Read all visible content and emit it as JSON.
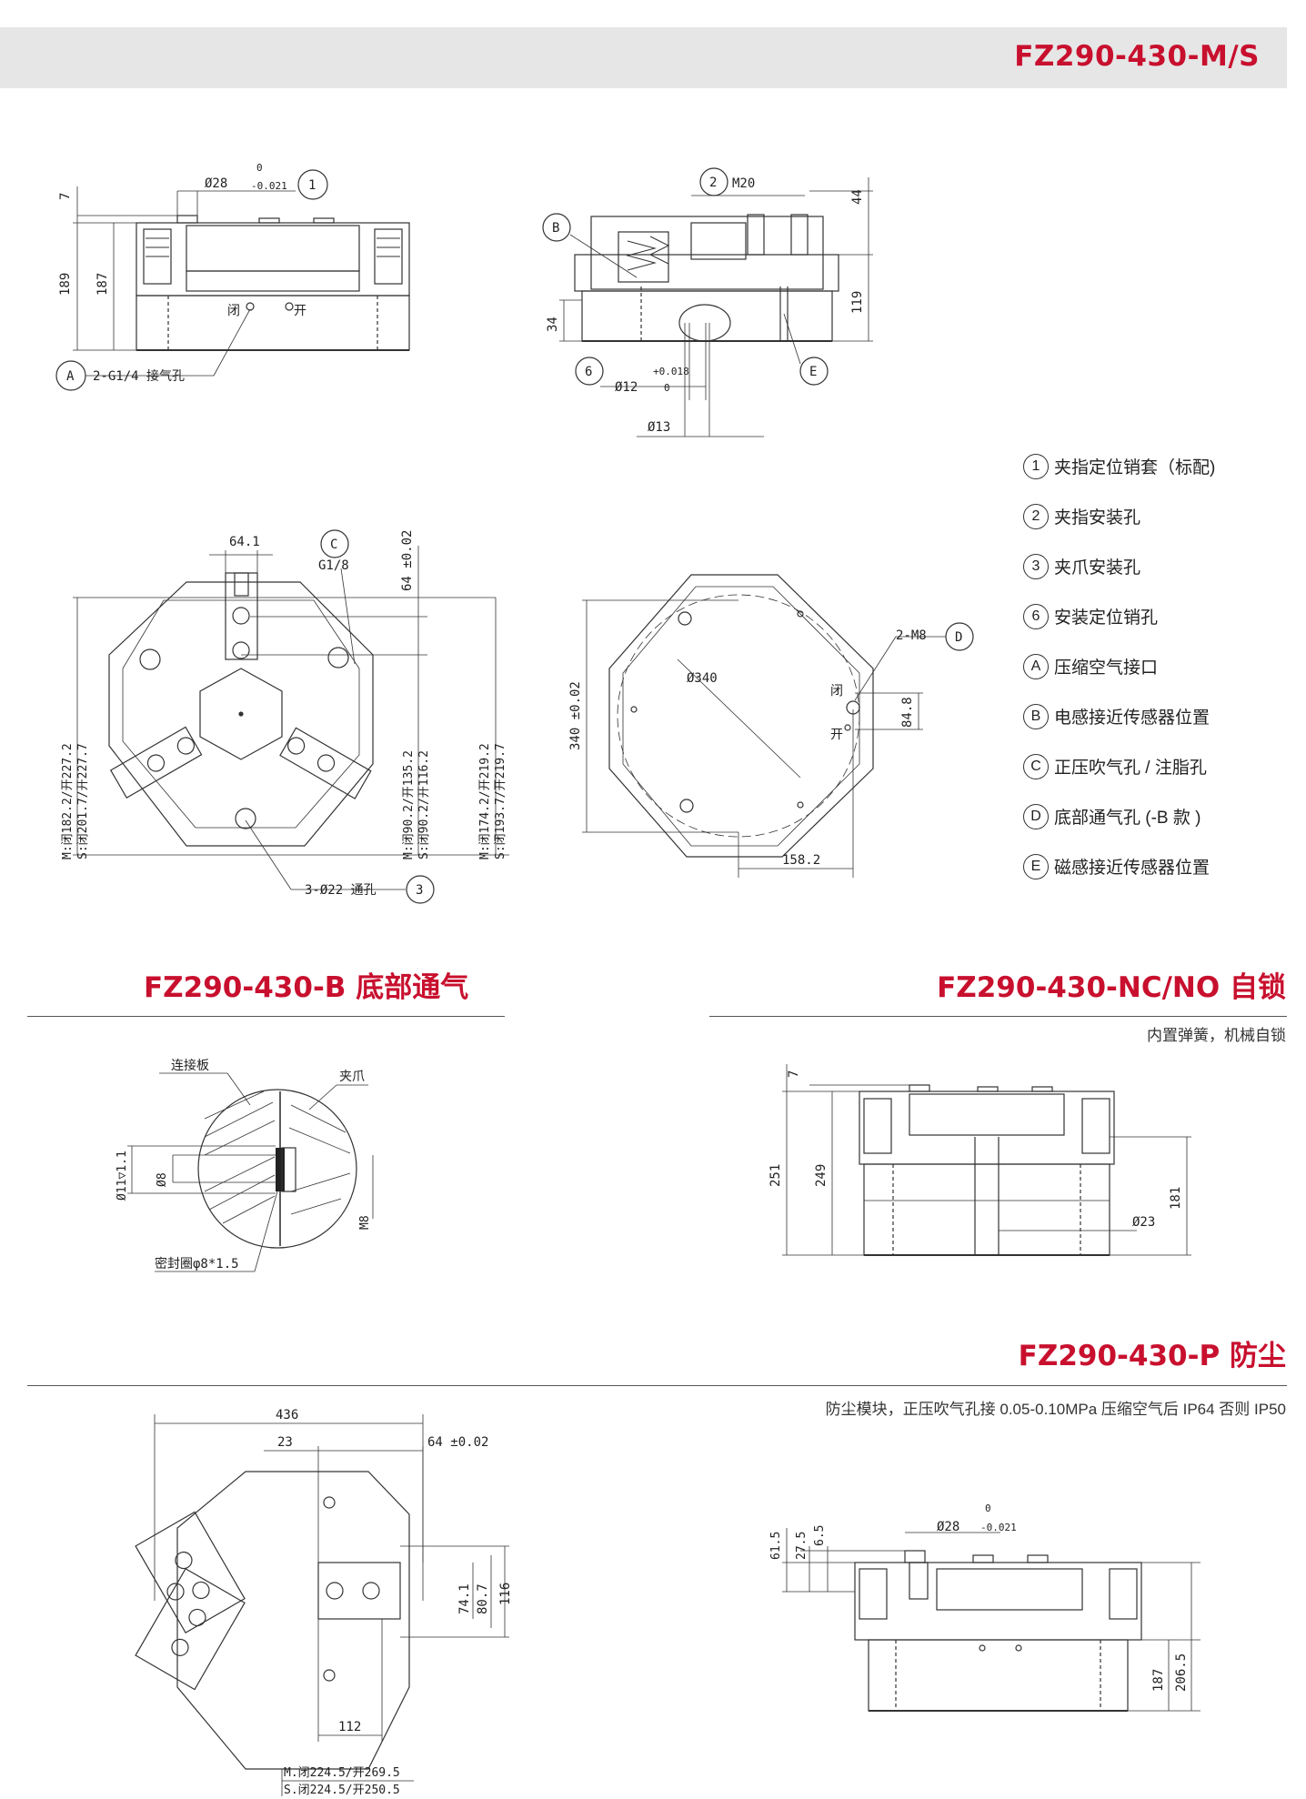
{
  "header": {
    "title": "FZ290-430-M/S"
  },
  "legend": [
    {
      "mark": "1",
      "text": "夹指定位销套（标配)"
    },
    {
      "mark": "2",
      "text": "夹指安装孔"
    },
    {
      "mark": "3",
      "text": "夹爪安装孔"
    },
    {
      "mark": "6",
      "text": "安装定位销孔"
    },
    {
      "mark": "A",
      "text": "压缩空气接口"
    },
    {
      "mark": "B",
      "text": "电感接近传感器位置"
    },
    {
      "mark": "C",
      "text": "正压吹气孔 / 注脂孔"
    },
    {
      "mark": "D",
      "text": "底部通气孔 (-B 款 )"
    },
    {
      "mark": "E",
      "text": "磁感接近传感器位置"
    }
  ],
  "sections": {
    "bottom_vent": {
      "title": "FZ290-430-B 底部通气"
    },
    "self_lock": {
      "title": "FZ290-430-NC/NO 自锁",
      "note": "内置弹簧，机械自锁"
    },
    "dustproof": {
      "title": "FZ290-430-P 防尘",
      "note": "防尘模块，正压吹气孔接 0.05-0.10MPa 压缩空气后 IP64 否则 IP50"
    }
  },
  "dims": {
    "d1_top": "7",
    "d1_h189": "189",
    "d1_h187": "187",
    "d1_phi28": "Ø28",
    "d1_tol0": "0",
    "d1_tol021": "-0.021",
    "d1_open": "开",
    "d1_close": "闭",
    "d1_a_label": "2-G1/4 接气孔",
    "d2_m20": "M20",
    "d2_44": "44",
    "d2_119": "119",
    "d2_34": "34",
    "d2_phi12": "Ø12",
    "d2_tol018": "+0.018",
    "d2_tol0": "0",
    "d2_phi13": "Ø13",
    "d3_641": "64.1",
    "d3_g18": "G1/8",
    "d3_64": "64 ±0.02",
    "d3_m1": "M:闭182.2/开227.2",
    "d3_s1": "S:闭201.7/开227.7",
    "d3_m2": "M:闭90.2/开135.2",
    "d3_s2": "S:闭90.2/开116.2",
    "d3_m3": "M:闭174.2/开219.2",
    "d3_s3": "S:闭193.7/开219.7",
    "d3_hole": "3-Ø22 通孔",
    "d4_340": "Ø340",
    "d4_340tol": "340 ±0.02",
    "d4_m8": "2-M8",
    "d4_848": "84.8",
    "d4_1582": "158.2",
    "d4_close": "闭",
    "d4_open": "开",
    "d5_plate": "连接板",
    "d5_jaw": "夹爪",
    "d5_phi11": "Ø11▽1.1",
    "d5_phi8": "Ø8",
    "d5_m8": "M8",
    "d5_seal": "密封圈φ8*1.5",
    "d6_7": "7",
    "d6_251": "251",
    "d6_249": "249",
    "d6_181": "181",
    "d6_phi23": "Ø23",
    "d7_436": "436",
    "d7_23": "23",
    "d7_64": "64 ±0.02",
    "d7_741": "74.1",
    "d7_807": "80.7",
    "d7_116": "116",
    "d7_112": "112",
    "d7_m": "M.闭224.5/开269.5",
    "d7_s": "S.闭224.5/开250.5",
    "d8_615": "61.5",
    "d8_275": "27.5",
    "d8_65": "6.5",
    "d8_phi28": "Ø28",
    "d8_tol0": "0",
    "d8_tol021": "-0.021",
    "d8_187": "187",
    "d8_2065": "206.5"
  }
}
